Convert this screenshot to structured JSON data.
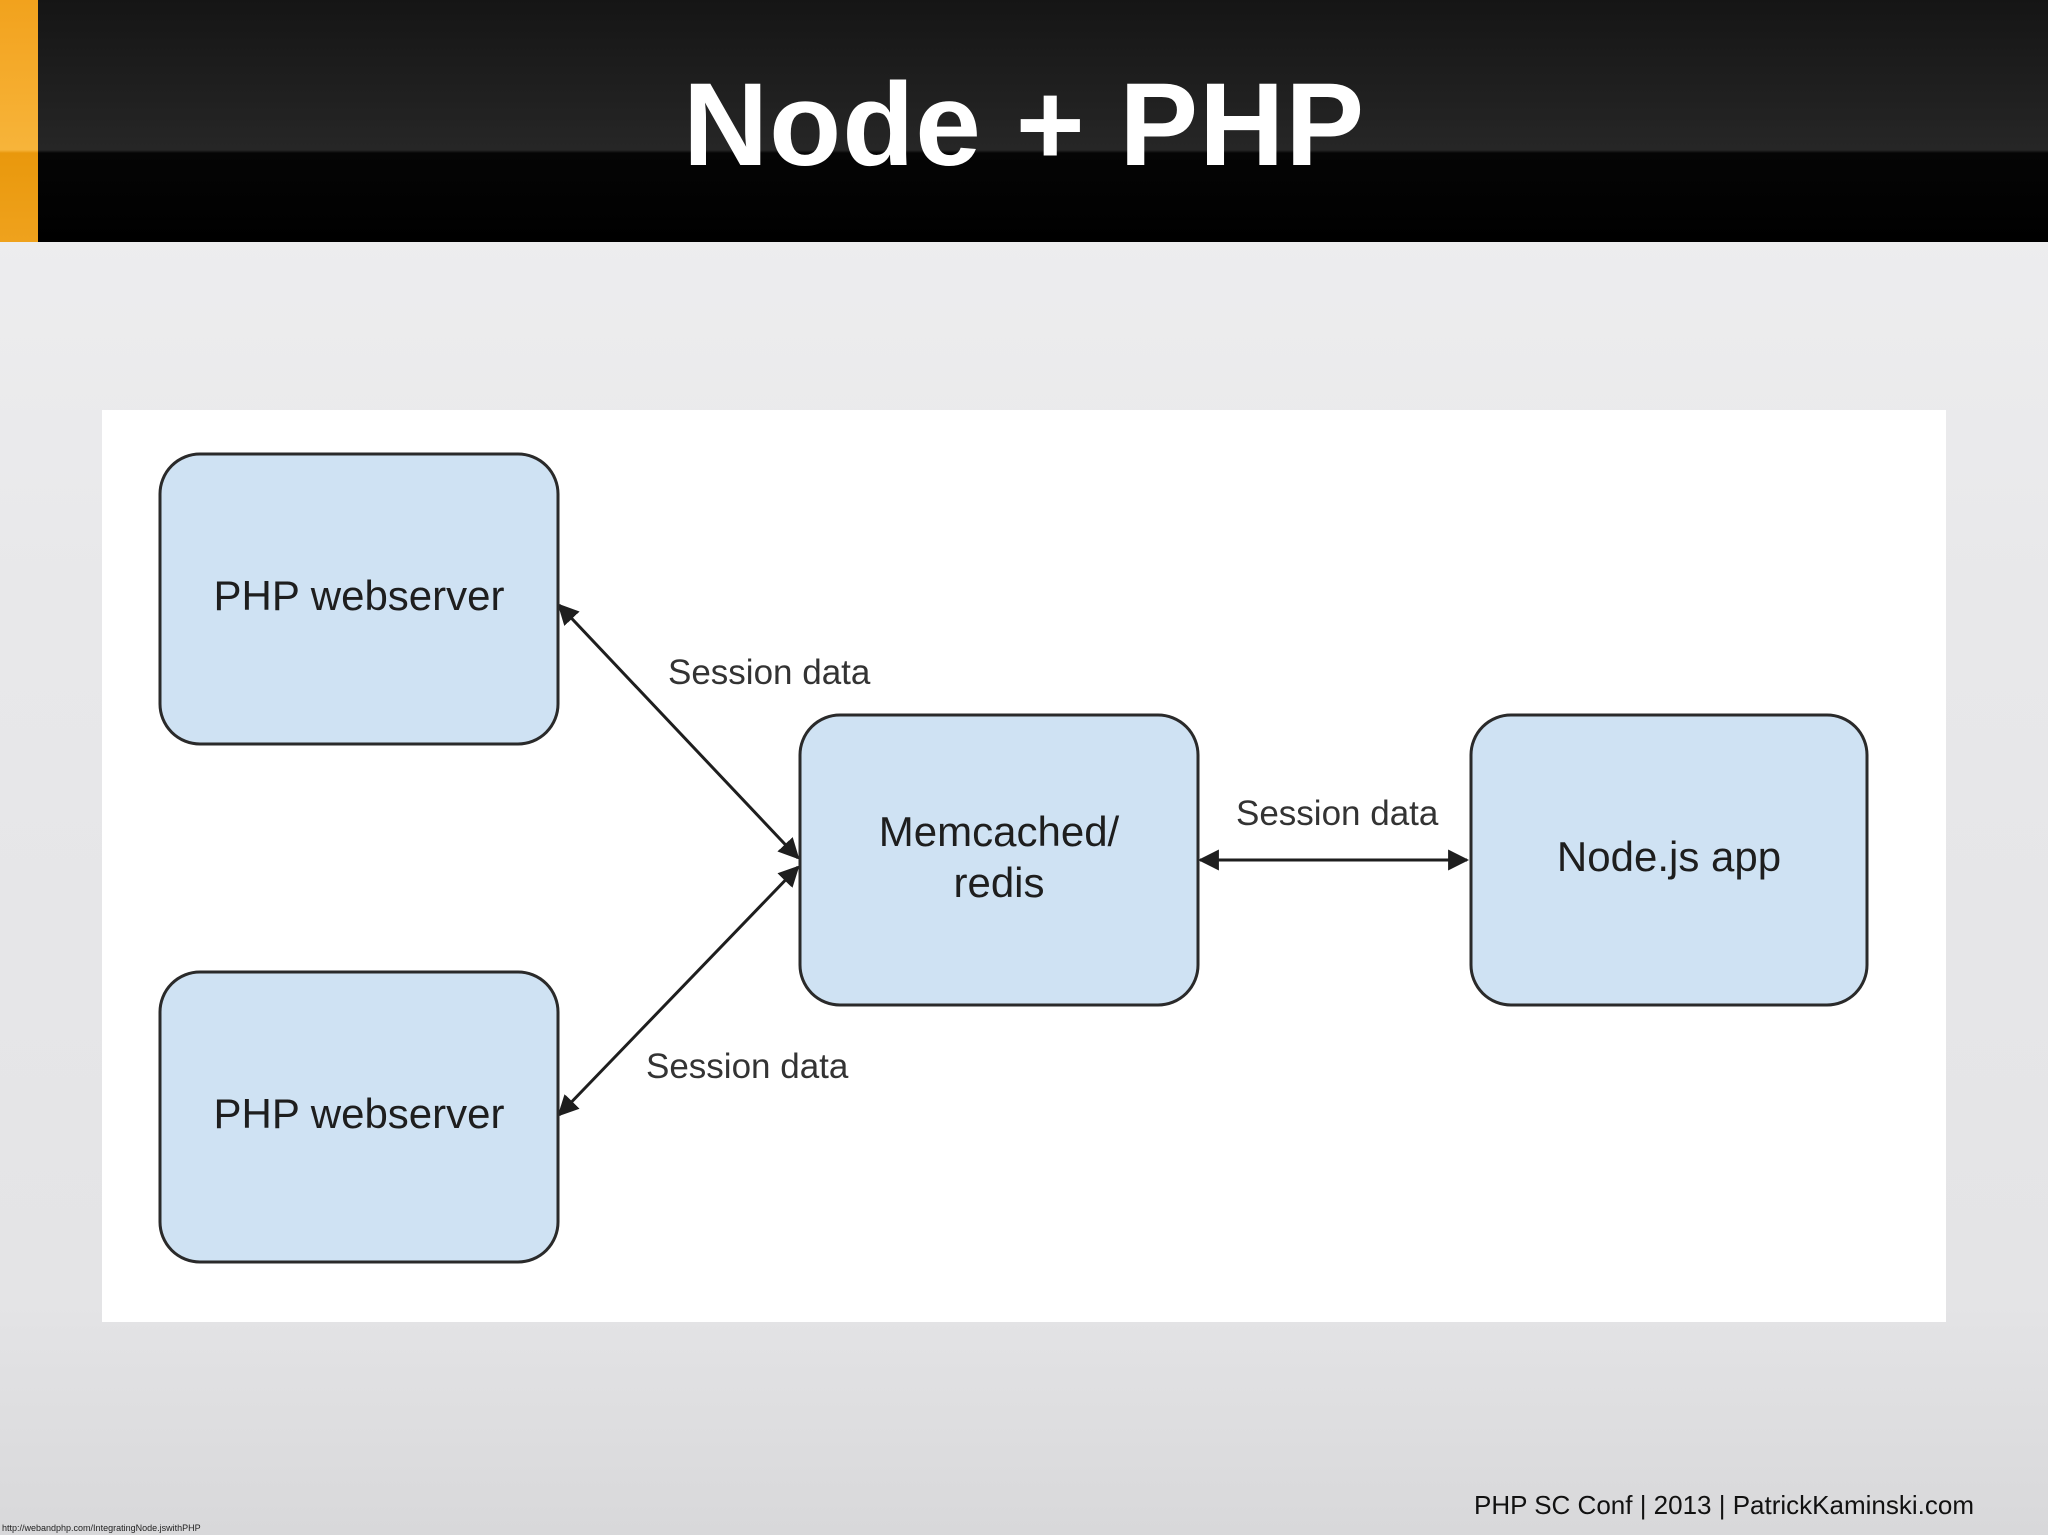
{
  "slide": {
    "title": "Node + PHP",
    "footer": "PHP SC Conf | 2013 | PatrickKaminski.com",
    "source_url": "http://webandphp.com/IntegratingNode.jswithPHP"
  },
  "diagram": {
    "nodes": {
      "php1": {
        "label": "PHP webserver"
      },
      "php2": {
        "label": "PHP webserver"
      },
      "cache": {
        "label_line1": "Memcached/",
        "label_line2": "redis"
      },
      "node": {
        "label": "Node.js app"
      }
    },
    "edges": {
      "php1_cache": {
        "label": "Session data",
        "bidirectional": true
      },
      "php2_cache": {
        "label": "Session data",
        "bidirectional": true
      },
      "cache_node": {
        "label": "Session data",
        "bidirectional": true
      }
    },
    "colors": {
      "box_fill": "#cfe2f3",
      "box_stroke": "#2a2a2a",
      "arrow": "#1e1e1e"
    }
  }
}
